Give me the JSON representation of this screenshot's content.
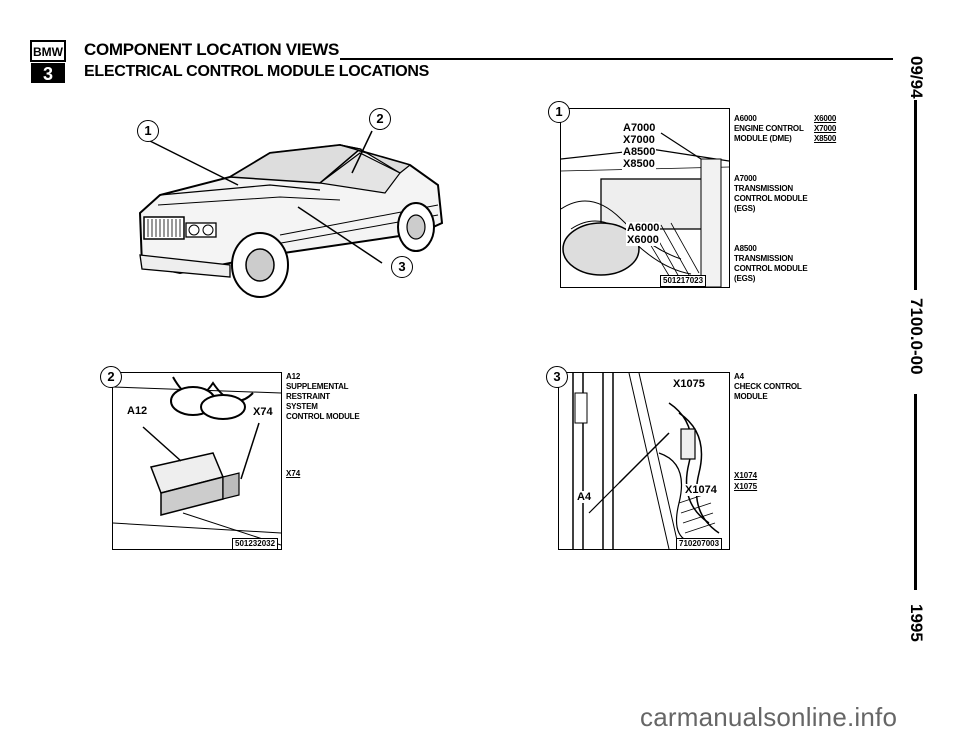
{
  "header": {
    "logo_top": "BMW",
    "logo_bottom": "3",
    "title": "COMPONENT LOCATION VIEWS",
    "subtitle": "ELECTRICAL CONTROL MODULE LOCATIONS"
  },
  "side": {
    "date": "09/94",
    "code": "7100.0-00",
    "year": "1995"
  },
  "figure1": {
    "num": "1",
    "callouts": [
      "A7000",
      "X7000",
      "A8500",
      "X8500",
      "A6000",
      "X6000"
    ],
    "fig_id": "501217023",
    "labels": {
      "a6000_lines": [
        "A6000",
        "ENGINE CONTROL",
        "MODULE (DME)"
      ],
      "connectors": [
        "X6000",
        "X7000",
        "X8500"
      ],
      "a7000_lines": [
        "A7000",
        "TRANSMISSION",
        "CONTROL MODULE",
        "(EGS)"
      ],
      "a8500_lines": [
        "A8500",
        "TRANSMISSION",
        "CONTROL MODULE",
        "(EGS)"
      ]
    }
  },
  "car": {
    "markers": [
      "1",
      "2",
      "3"
    ]
  },
  "figure2": {
    "num": "2",
    "callouts": [
      "A12",
      "X74"
    ],
    "fig_id": "501232032",
    "labels": {
      "a12_lines": [
        "A12",
        "SUPPLEMENTAL",
        "RESTRAINT",
        "SYSTEM",
        "CONTROL MODULE"
      ],
      "x74": "X74"
    }
  },
  "figure3": {
    "num": "3",
    "callouts": [
      "X1075",
      "A4",
      "X1074"
    ],
    "fig_id": "710207003",
    "labels": {
      "a4_lines": [
        "A4",
        "CHECK CONTROL",
        "MODULE"
      ],
      "x1074": "X1074",
      "x1075": "X1075"
    }
  },
  "footer": {
    "watermark": "carmanualsonline.info"
  }
}
